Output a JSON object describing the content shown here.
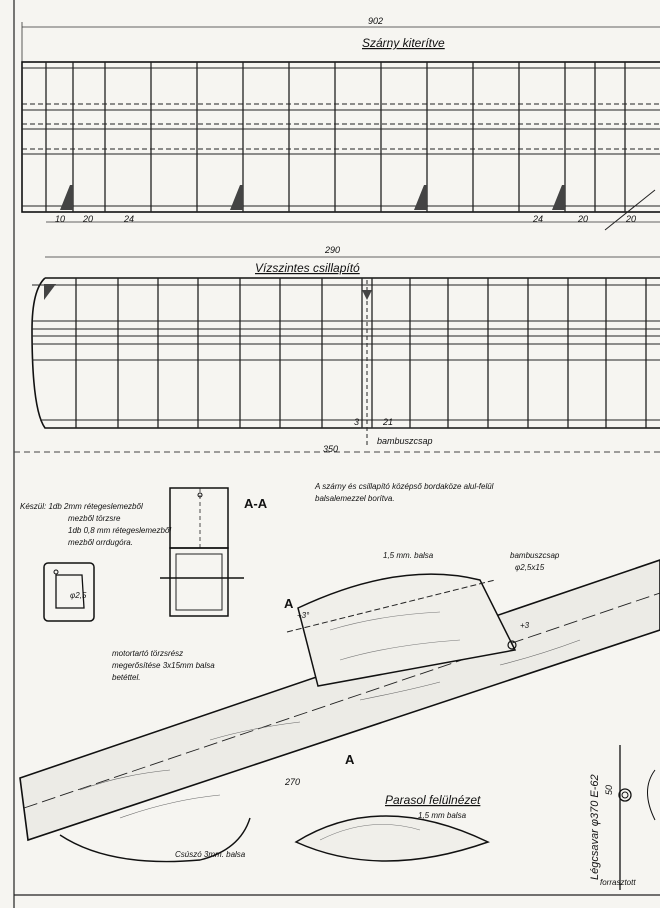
{
  "wing": {
    "title": "Szárny kiterítve",
    "span": "902",
    "dim_left": [
      "10",
      "20",
      "24"
    ],
    "dim_right": [
      "24",
      "20",
      "20"
    ]
  },
  "stab": {
    "title": "Vízszintes csillapító",
    "span": "290",
    "depth": "350",
    "dim_a": "3",
    "dim_b": "21",
    "pin": "bambuszcsap"
  },
  "note_center": {
    "line1": "A szárny és csillapító középső bordaköze alul-felül",
    "line2": "balsalemezzel borítva."
  },
  "note_made": {
    "line1": "Készül: 1db 2mm rétegeslemezből",
    "line2": "mezből törzsre",
    "line3": "1db 0,8 mm rétegeslemezből",
    "line4": "mezből orrdugóra."
  },
  "section": {
    "label": "A-A",
    "hole": "φ2,5"
  },
  "fuselage": {
    "wing_mount_skin": "1,5 mm. balsa",
    "pin_label": "bambuszcsap",
    "pin_size": "φ2,5x15",
    "angle_front": "+3°",
    "angle_rear": "+3",
    "section_mark": "A",
    "length": "270",
    "motor_note_1": "motortartó törzsrész",
    "motor_note_2": "megerősítése 3x15mm balsa",
    "motor_note_3": "betéttel.",
    "skid": "Csúszó 3mm. balsa"
  },
  "parasol": {
    "title": "Parasol felülnézet",
    "skin": "1,5 mm balsa"
  },
  "prop": {
    "label": "Légcsavar φ370 E-62",
    "num": "50",
    "wire": "forrasztott"
  }
}
